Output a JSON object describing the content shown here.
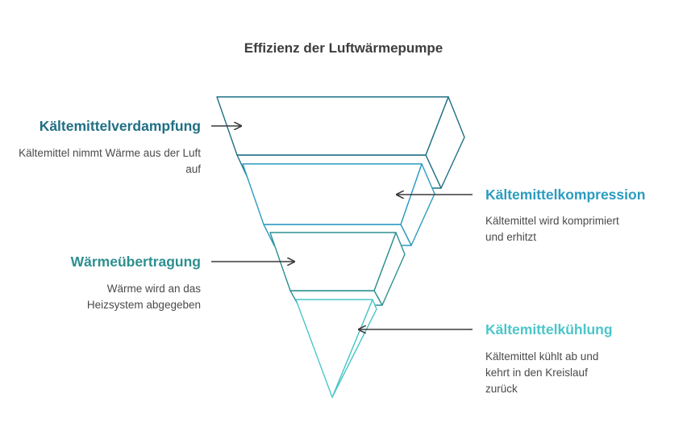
{
  "title": "Effizienz der Luftwärmepumpe",
  "colors": {
    "level1": "#1f6f84",
    "level2": "#2b9cc0",
    "level3": "#2d8f8f",
    "level4": "#4cc6c9",
    "arrow": "#3a3a3a"
  },
  "stages": [
    {
      "title": "Kältemittelverdampfung",
      "description": "Kältemittel nimmt Wärme aus der Luft auf"
    },
    {
      "title": "Kältemittelkompression",
      "description": "Kältemittel wird komprimiert und erhitzt"
    },
    {
      "title": "Wärmeübertragung",
      "description": "Wärme wird an das Heizsystem abgegeben"
    },
    {
      "title": "Kältemittelkühlung",
      "description": "Kältemittel kühlt ab und kehrt in den Kreislauf zurück"
    }
  ]
}
